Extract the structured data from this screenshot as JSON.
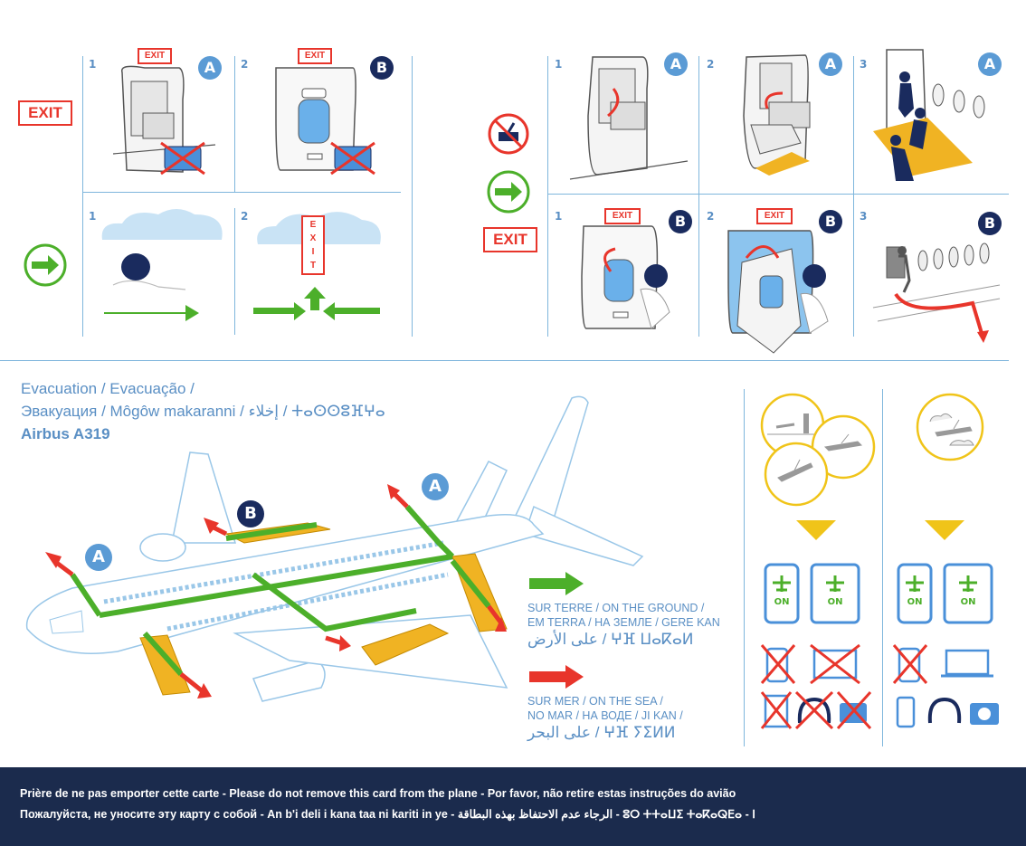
{
  "exit_label": "EXIT",
  "exit_sign_vertical": [
    "E",
    "X",
    "I",
    "T"
  ],
  "badges": {
    "a": "A",
    "b": "B"
  },
  "steps": {
    "s1": "1",
    "s2": "2",
    "s3": "3"
  },
  "evacuation_title": {
    "line1": "Evacuation / Evacuação /",
    "line2": "Эвакуация / Môgôw makaranni / إخلاء / ⵜⴰⵙⵙⵓⴼⵖⴰ",
    "aircraft": "Airbus A319"
  },
  "legend": {
    "ground_line1": "SUR TERRE / ON THE GROUND /",
    "ground_line2": "EM TERRA / НА ЗЕМЛЕ / GERE KAN",
    "ground_arabic": "على الأرض / ⵖⴼ ⵡⴰⴽⴰⵍ",
    "sea_line1": "SUR MER / ON THE SEA /",
    "sea_line2": "NO MAR / НА ВОДЕ / JI KAN /",
    "sea_arabic": "على البحر / ⵖⴼ ⵢⵉⵍⵍ"
  },
  "device_labels": {
    "on": "ON"
  },
  "footer": {
    "line1": "Prière de ne pas emporter cette carte - Please do not remove this card from the plane - Por favor, não retire estas instruções do avião",
    "line2": "Пожалуйста, не уносите эту карту с собой - An b'i deli i kana taa ni kariti in ye - الرجاء عدم الاحتفاظ بهذه البطاقة - ⵓⵔ ⵜⵜⴰⵡⵉ ⵜⴰⴽⴰⵕⴹⴰ - ⵏ"
  },
  "colors": {
    "accent_blue": "#5b9bd5",
    "navy": "#1a2b5e",
    "exit_red": "#e8352b",
    "go_green": "#4caf2a",
    "slide_yellow": "#f0b323",
    "footer_bg": "#1b2b4d"
  }
}
